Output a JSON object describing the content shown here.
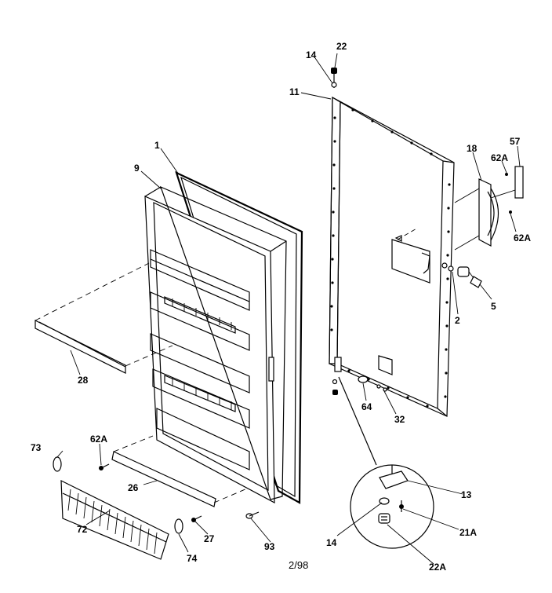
{
  "labels": {
    "p22": "22",
    "p14_top": "14",
    "p11": "11",
    "p1": "1",
    "p9": "9",
    "p18": "18",
    "p62A_a": "62A",
    "p57": "57",
    "p62A_b": "62A",
    "p5": "5",
    "p2": "2",
    "p28": "28",
    "p64": "64",
    "p32": "32",
    "p62A_c": "62A",
    "p73": "73",
    "p26": "26",
    "p13": "13",
    "p72": "72",
    "p27": "27",
    "p93": "93",
    "p14_bot": "14",
    "p21A": "21A",
    "p74": "74",
    "p22A": "22A"
  },
  "footer": {
    "page_code": "2/98"
  }
}
